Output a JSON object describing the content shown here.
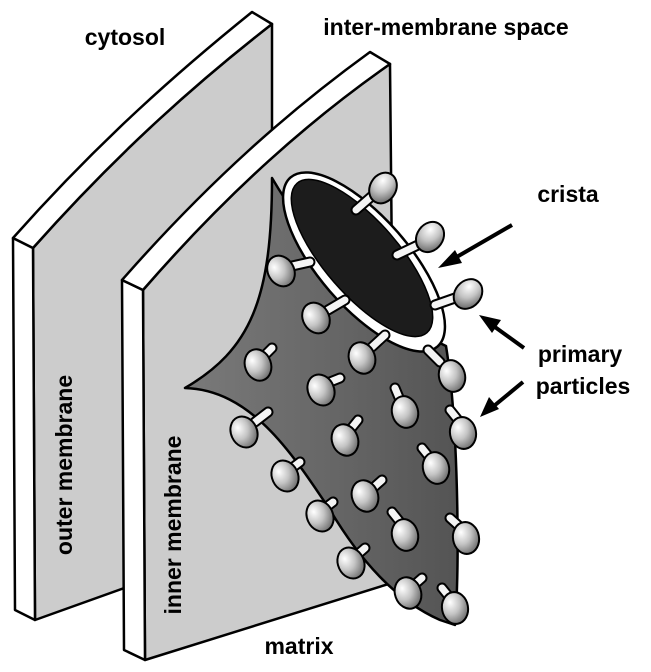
{
  "labels": {
    "cytosol": "cytosol",
    "intermembrane_space": "inter-membrane space",
    "crista": "crista",
    "primary_particles_line1": "primary",
    "primary_particles_line2": "particles",
    "outer_membrane": "outer membrane",
    "inner_membrane": "inner membrane",
    "matrix": "matrix"
  },
  "colors": {
    "membrane_face": "#cccccc",
    "membrane_edge": "#ffffff",
    "crista_body": "#6e6e6e",
    "crista_lumen": "#1c1c1c",
    "particle_head": "#b8b8b8",
    "particle_stalk": "#f4f4f4",
    "outline": "#000000"
  }
}
